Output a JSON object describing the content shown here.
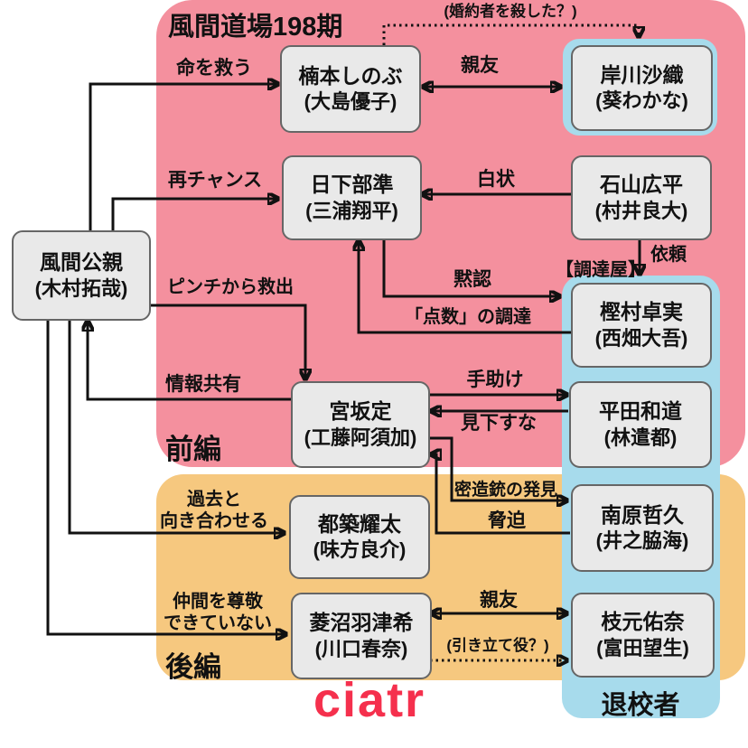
{
  "title": "風間道場198期",
  "logo": "ciatr",
  "sections": {
    "zenpen": "前編",
    "kouhen": "後編",
    "taikousha": "退校者",
    "choutatsuya": "【調達屋】"
  },
  "colors": {
    "pink": "#f4909e",
    "orange": "#f6c87f",
    "blue": "#a7dbec",
    "box_fill": "#e9e9e9",
    "box_border": "#666666",
    "line": "#111111",
    "logo_red": "#f5304d"
  },
  "characters": [
    {
      "id": "kazama",
      "name": "風間公親",
      "actor": "(木村拓哉)"
    },
    {
      "id": "kusumoto",
      "name": "楠本しのぶ",
      "actor": "(大島優子)"
    },
    {
      "id": "kishikawa",
      "name": "岸川沙織",
      "actor": "(葵わかな)"
    },
    {
      "id": "kusakabe",
      "name": "日下部準",
      "actor": "(三浦翔平)"
    },
    {
      "id": "ishiyama",
      "name": "石山広平",
      "actor": "(村井良大)"
    },
    {
      "id": "kashimura",
      "name": "樫村卓実",
      "actor": "(西畑大吾)"
    },
    {
      "id": "miyasaka",
      "name": "宮坂定",
      "actor": "(工藤阿須加)"
    },
    {
      "id": "hirata",
      "name": "平田和道",
      "actor": "(林遣都)"
    },
    {
      "id": "tsuzuki",
      "name": "都築耀太",
      "actor": "(味方良介)"
    },
    {
      "id": "nanbara",
      "name": "南原哲久",
      "actor": "(井之脇海)"
    },
    {
      "id": "hishinuma",
      "name": "菱沼羽津希",
      "actor": "(川口春奈)"
    },
    {
      "id": "edamoto",
      "name": "枝元佑奈",
      "actor": "(富田望生)"
    }
  ],
  "edges": [
    {
      "id": "inochi",
      "label": "命を救う",
      "from": "風間公親",
      "to": "楠本しのぶ",
      "type": "solid"
    },
    {
      "id": "konyakusha",
      "label": "(婚約者を殺した？)",
      "from": "楠本しのぶ",
      "to": "岸川沙織",
      "type": "dotted"
    },
    {
      "id": "shinyu-top",
      "label": "親友",
      "from": "楠本しのぶ",
      "to": "岸川沙織",
      "type": "double"
    },
    {
      "id": "saichance",
      "label": "再チャンス",
      "from": "風間公親",
      "to": "日下部準",
      "type": "solid"
    },
    {
      "id": "hakujou",
      "label": "白状",
      "from": "石山広平",
      "to": "日下部準",
      "type": "solid"
    },
    {
      "id": "irai",
      "label": "依頼",
      "from": "石山広平",
      "to": "樫村卓実",
      "type": "solid"
    },
    {
      "id": "mokunin",
      "label": "黙認",
      "from": "日下部準",
      "to": "樫村卓実",
      "type": "solid"
    },
    {
      "id": "tensuu",
      "label": "「点数」の調達",
      "from": "樫村卓実",
      "to": "日下部準",
      "type": "solid"
    },
    {
      "id": "pinch",
      "label": "ピンチから救出",
      "from": "風間公親",
      "to": "宮坂定",
      "type": "solid"
    },
    {
      "id": "jouhou",
      "label": "情報共有",
      "from": "宮坂定",
      "to": "風間公親",
      "type": "solid"
    },
    {
      "id": "tedasuke",
      "label": "手助け",
      "from": "宮坂定",
      "to": "平田和道",
      "type": "solid"
    },
    {
      "id": "mikudasuna",
      "label": "見下すな",
      "from": "平田和道",
      "to": "宮坂定",
      "type": "solid"
    },
    {
      "id": "mitsuzou",
      "label": "密造銃の発見",
      "from": "宮坂定",
      "to": "南原哲久",
      "type": "solid"
    },
    {
      "id": "kyouhaku",
      "label": "脅迫",
      "from": "南原哲久",
      "to": "宮坂定",
      "type": "solid"
    },
    {
      "id": "kako",
      "label": "過去と\n向き合わせる",
      "from": "風間公親",
      "to": "都築耀太",
      "type": "solid"
    },
    {
      "id": "nakama",
      "label": "仲間を尊敬\nできていない",
      "from": "風間公親",
      "to": "菱沼羽津希",
      "type": "solid"
    },
    {
      "id": "shinyu-btm",
      "label": "親友",
      "from": "菱沼羽津希",
      "to": "枝元佑奈",
      "type": "double"
    },
    {
      "id": "hikitate",
      "label": "(引き立て役？)",
      "from": "菱沼羽津希",
      "to": "枝元佑奈",
      "type": "dotted"
    }
  ]
}
